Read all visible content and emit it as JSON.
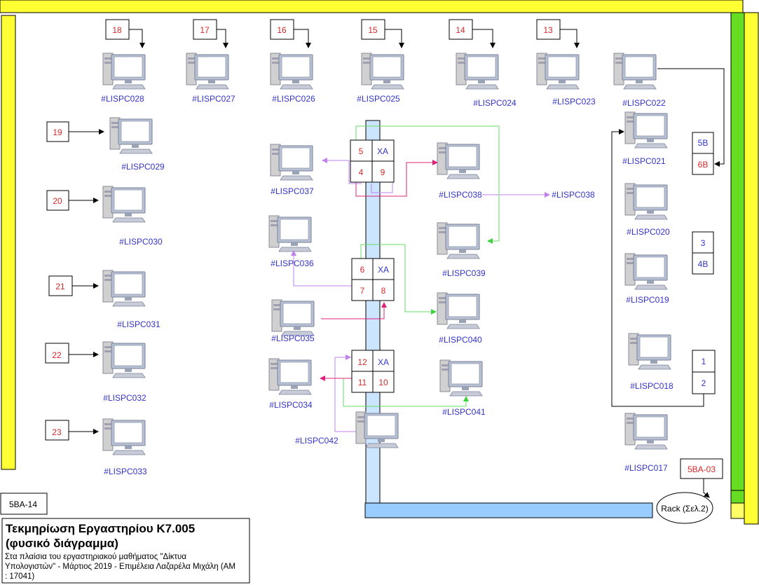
{
  "labels": {
    "tag_5ba14": "5BA-14",
    "tag_5ba03": "5BA-03",
    "rack": "Rack (Σελ.2)",
    "pc038_ext": "#LISPC038"
  },
  "title": {
    "line1": "Τεκμηρίωση Εργαστηρίου Κ7.005",
    "line2": "(φυσικό διάγραμμα)",
    "sub1": "Στα πλαίσια του εργαστηριακού μαθήματος \"Δίκτυα",
    "sub2": "Υπολογιστών\" - Μάρτιος 2019 - Επιμέλεια Λαζαρέλα Μιχάλη (ΑΜ",
    "sub3": ": 17041)"
  },
  "top_numbers": [
    "18",
    "17",
    "16",
    "15",
    "14",
    "13"
  ],
  "top_pcs": [
    "#LISPC028",
    "#LISPC027",
    "#LISPC026",
    "#LISPC025",
    "#LISPC024",
    "#LISPC023",
    "#LISPC022"
  ],
  "left_numbers": [
    "19",
    "20",
    "21",
    "22",
    "23"
  ],
  "left_pcs": [
    "#LISPC029",
    "#LISPC030",
    "#LISPC031",
    "#LISPC032",
    "#LISPC033"
  ],
  "middle_left_pcs": [
    "#LISPC037",
    "#LISPC036",
    "#LISPC035",
    "#LISPC034",
    "#LISPC042"
  ],
  "middle_right_pcs": [
    "#LISPC038",
    "#LISPC039",
    "#LISPC040",
    "#LISPC041"
  ],
  "right_pcs": [
    "#LISPC021",
    "#LISPC020",
    "#LISPC019",
    "#LISPC018",
    "#LISPC017"
  ],
  "socket_boxes": [
    [
      "5",
      "XA",
      "4",
      "9"
    ],
    [
      "6",
      "XA",
      "7",
      "8"
    ],
    [
      "12",
      "XA",
      "11",
      "10"
    ]
  ],
  "wall_ports": [
    [
      "5B",
      "6B"
    ],
    [
      "3",
      "4B"
    ],
    [
      "1",
      "2"
    ]
  ]
}
